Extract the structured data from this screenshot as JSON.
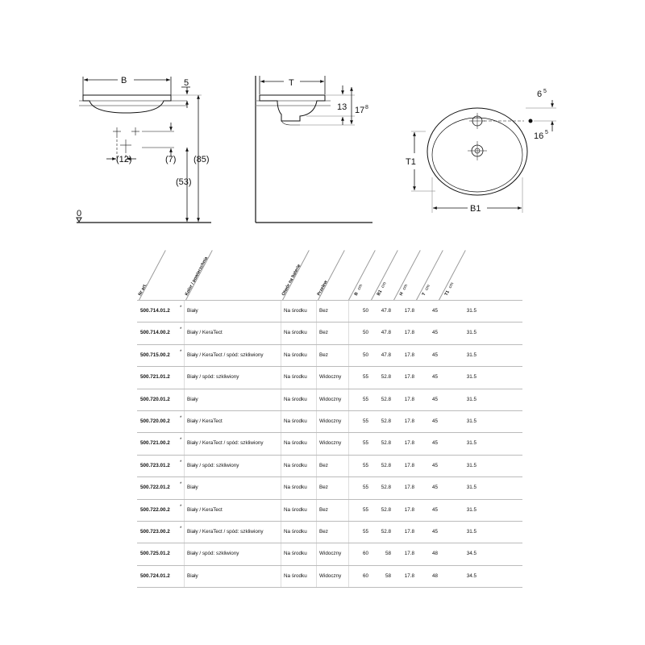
{
  "drawings": {
    "front_view": {
      "width_label": "B",
      "rim_label": "5",
      "total_height_label": "(85)",
      "height_label": "(53)",
      "offset_label": "(7)",
      "spacing_label": "(12)",
      "floor_label": "0"
    },
    "side_view": {
      "depth_label": "T",
      "height_label": "13",
      "overall_height_main": "17",
      "overall_height_sup": "8"
    },
    "top_view": {
      "hole_offset_main": "6",
      "hole_offset_sup": "5",
      "hole_distance_main": "16",
      "hole_distance_sup": "5",
      "depth_label": "T1",
      "width_label": "B1"
    }
  },
  "table": {
    "headers": {
      "art": "Nr art.",
      "colour": "Kolor / powierzchnia",
      "tap_hole": "Otwór na baterię",
      "overflow": "Przelew",
      "b": "B",
      "b1": "B1",
      "h": "H",
      "t": "T",
      "t1": "T1",
      "unit": "cm"
    },
    "rows": [
      {
        "art": "500.714.01.2",
        "star": "*",
        "colour": "Biały",
        "tap_hole": "Na środku",
        "overflow": "Bez",
        "b": "50",
        "b1": "47.8",
        "h": "17.8",
        "t": "45",
        "t1": "31.5"
      },
      {
        "art": "500.714.00.2",
        "star": "*",
        "colour": "Biały / KeraTect",
        "tap_hole": "Na środku",
        "overflow": "Bez",
        "b": "50",
        "b1": "47.8",
        "h": "17.8",
        "t": "45",
        "t1": "31.5"
      },
      {
        "art": "500.715.00.2",
        "star": "*",
        "colour": "Biały / KeraTect / spód: szkliwiony",
        "tap_hole": "Na środku",
        "overflow": "Bez",
        "b": "50",
        "b1": "47.8",
        "h": "17.8",
        "t": "45",
        "t1": "31.5"
      },
      {
        "art": "500.721.01.2",
        "star": "",
        "colour": "Biały / spód: szkliwiony",
        "tap_hole": "Na środku",
        "overflow": "Widoczny",
        "b": "55",
        "b1": "52.8",
        "h": "17.8",
        "t": "45",
        "t1": "31.5"
      },
      {
        "art": "500.720.01.2",
        "star": "",
        "colour": "Biały",
        "tap_hole": "Na środku",
        "overflow": "Widoczny",
        "b": "55",
        "b1": "52.8",
        "h": "17.8",
        "t": "45",
        "t1": "31.5"
      },
      {
        "art": "500.720.00.2",
        "star": "*",
        "colour": "Biały / KeraTect",
        "tap_hole": "Na środku",
        "overflow": "Widoczny",
        "b": "55",
        "b1": "52.8",
        "h": "17.8",
        "t": "45",
        "t1": "31.5"
      },
      {
        "art": "500.721.00.2",
        "star": "*",
        "colour": "Biały / KeraTect / spód: szkliwiony",
        "tap_hole": "Na środku",
        "overflow": "Widoczny",
        "b": "55",
        "b1": "52.8",
        "h": "17.8",
        "t": "45",
        "t1": "31.5"
      },
      {
        "art": "500.723.01.2",
        "star": "*",
        "colour": "Biały / spód: szkliwiony",
        "tap_hole": "Na środku",
        "overflow": "Bez",
        "b": "55",
        "b1": "52.8",
        "h": "17.8",
        "t": "45",
        "t1": "31.5"
      },
      {
        "art": "500.722.01.2",
        "star": "*",
        "colour": "Biały",
        "tap_hole": "Na środku",
        "overflow": "Bez",
        "b": "55",
        "b1": "52.8",
        "h": "17.8",
        "t": "45",
        "t1": "31.5"
      },
      {
        "art": "500.722.00.2",
        "star": "*",
        "colour": "Biały / KeraTect",
        "tap_hole": "Na środku",
        "overflow": "Bez",
        "b": "55",
        "b1": "52.8",
        "h": "17.8",
        "t": "45",
        "t1": "31.5"
      },
      {
        "art": "500.723.00.2",
        "star": "*",
        "colour": "Biały / KeraTect / spód: szkliwiony",
        "tap_hole": "Na środku",
        "overflow": "Bez",
        "b": "55",
        "b1": "52.8",
        "h": "17.8",
        "t": "45",
        "t1": "31.5"
      },
      {
        "art": "500.725.01.2",
        "star": "",
        "colour": "Biały / spód: szkliwiony",
        "tap_hole": "Na środku",
        "overflow": "Widoczny",
        "b": "60",
        "b1": "58",
        "h": "17.8",
        "t": "48",
        "t1": "34.5"
      },
      {
        "art": "500.724.01.2",
        "star": "",
        "colour": "Biały",
        "tap_hole": "Na środku",
        "overflow": "Widoczny",
        "b": "60",
        "b1": "58",
        "h": "17.8",
        "t": "48",
        "t1": "34.5"
      }
    ]
  }
}
